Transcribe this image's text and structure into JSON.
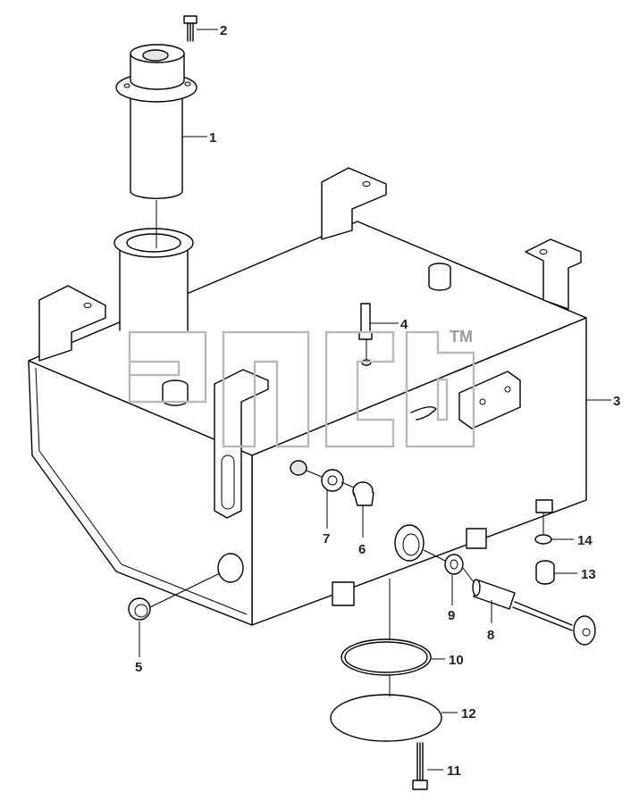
{
  "watermark": {
    "trademark": "TM"
  },
  "callouts": [
    {
      "id": "1",
      "label": "1"
    },
    {
      "id": "2",
      "label": "2"
    },
    {
      "id": "3",
      "label": "3"
    },
    {
      "id": "4",
      "label": "4"
    },
    {
      "id": "5",
      "label": "5"
    },
    {
      "id": "6",
      "label": "6"
    },
    {
      "id": "7",
      "label": "7"
    },
    {
      "id": "8",
      "label": "8"
    },
    {
      "id": "9",
      "label": "9"
    },
    {
      "id": "10",
      "label": "10"
    },
    {
      "id": "11",
      "label": "11"
    },
    {
      "id": "12",
      "label": "12"
    },
    {
      "id": "13",
      "label": "13"
    },
    {
      "id": "14",
      "label": "14"
    }
  ]
}
